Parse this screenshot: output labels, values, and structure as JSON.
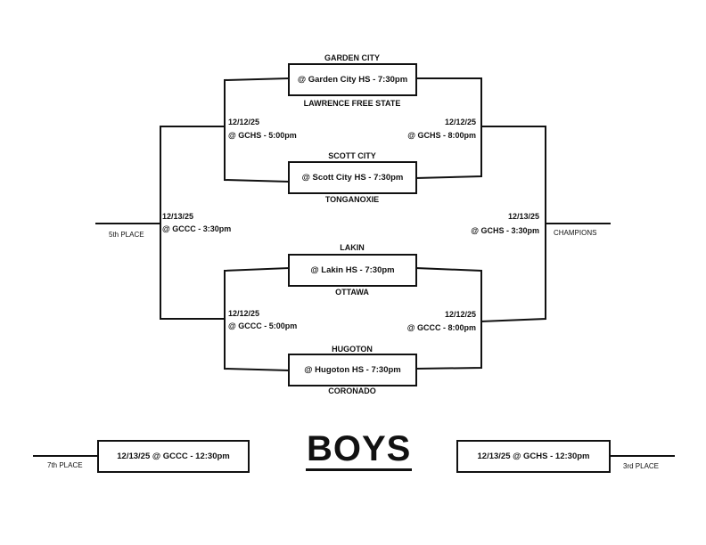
{
  "title": "BOYS",
  "games": {
    "g1": {
      "top_team": "GARDEN CITY",
      "site": "@ Garden City HS  -  7:30pm",
      "bottom_team": "LAWRENCE FREE STATE"
    },
    "g2": {
      "top_team": "SCOTT CITY",
      "site": "@ Scott City HS  -  7:30pm",
      "bottom_team": "TONGANOXIE"
    },
    "g3": {
      "top_team": "LAKIN",
      "site": "@ Lakin HS  -  7:30pm",
      "bottom_team": "OTTAWA"
    },
    "g4": {
      "top_team": "HUGOTON",
      "site": "@ Hugoton HS  -  7:30pm",
      "bottom_team": "CORONADO"
    }
  },
  "consolation_semis": {
    "top": {
      "date": "12/12/25",
      "site": "@ GCHS  -  5:00pm"
    },
    "bottom": {
      "date": "12/12/25",
      "site": "@ GCCC  -  5:00pm"
    }
  },
  "winner_semis": {
    "top": {
      "date": "12/12/25",
      "site": "@ GCHS  -  8:00pm"
    },
    "bottom": {
      "date": "12/12/25",
      "site": "@ GCCC  -  8:00pm"
    }
  },
  "fifth_place": {
    "date": "12/13/25",
    "site": "@ GCCC  -  3:30pm",
    "label": "5th PLACE"
  },
  "championship": {
    "date": "12/13/25",
    "site": "@ GCHS  -  3:30pm",
    "label": "CHAMPIONS"
  },
  "seventh_place": {
    "game": "12/13/25 @ GCCC  -  12:30pm",
    "label": "7th PLACE"
  },
  "third_place": {
    "game": "12/13/25 @ GCHS  -  12:30pm",
    "label": "3rd PLACE"
  }
}
